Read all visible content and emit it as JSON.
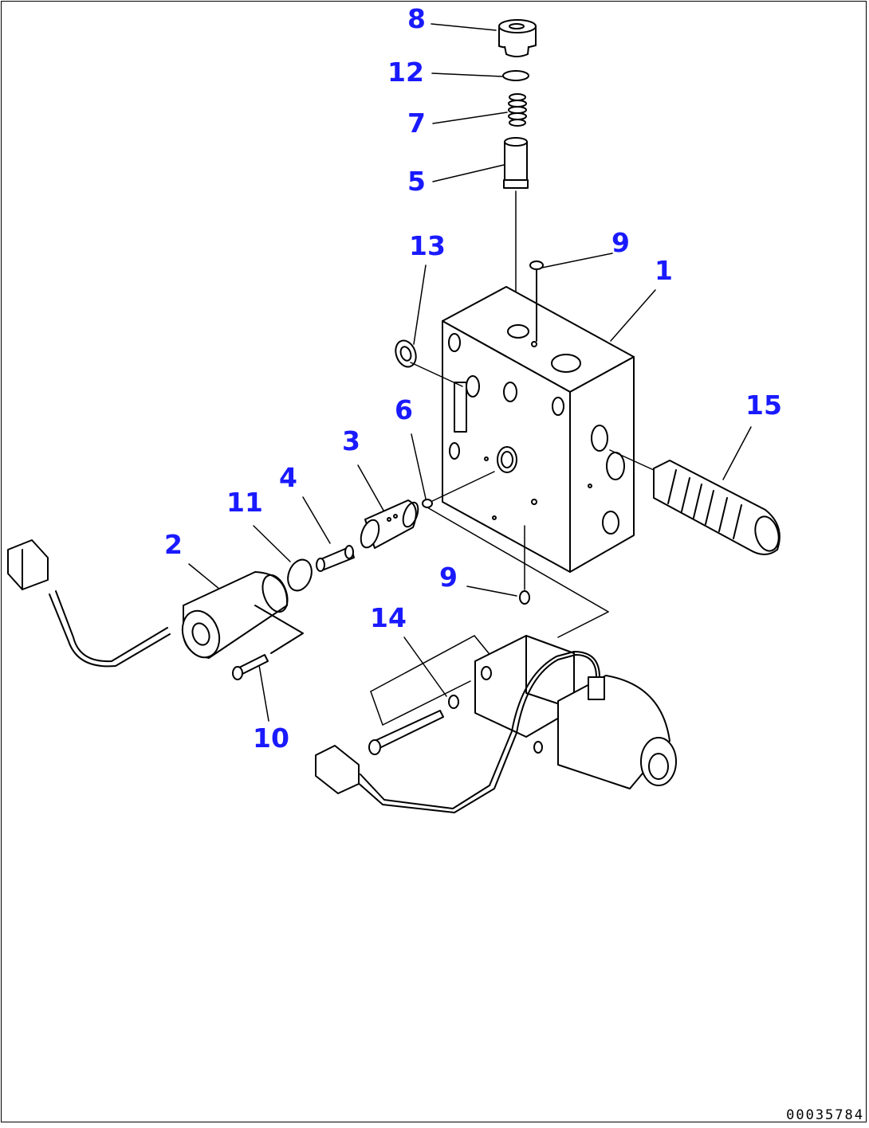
{
  "diagram": {
    "callouts": [
      {
        "id": "8",
        "text": "8"
      },
      {
        "id": "12",
        "text": "12"
      },
      {
        "id": "7",
        "text": "7"
      },
      {
        "id": "5",
        "text": "5"
      },
      {
        "id": "13",
        "text": "13"
      },
      {
        "id": "9a",
        "text": "9"
      },
      {
        "id": "1",
        "text": "1"
      },
      {
        "id": "15",
        "text": "15"
      },
      {
        "id": "6",
        "text": "6"
      },
      {
        "id": "3",
        "text": "3"
      },
      {
        "id": "4",
        "text": "4"
      },
      {
        "id": "11",
        "text": "11"
      },
      {
        "id": "2",
        "text": "2"
      },
      {
        "id": "9b",
        "text": "9"
      },
      {
        "id": "14",
        "text": "14"
      },
      {
        "id": "10",
        "text": "10"
      }
    ],
    "drawing_number": "00035784",
    "callout_color": "#1a1aff",
    "line_color": "#000000"
  }
}
